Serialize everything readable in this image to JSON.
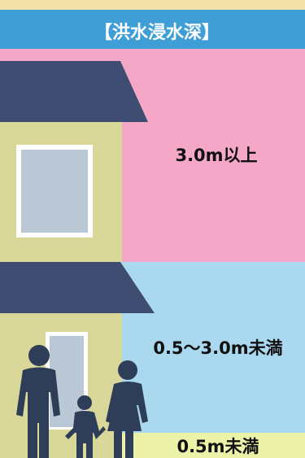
{
  "legend": {
    "title": "【洪水浸水深】",
    "levels": [
      {
        "label": "3.0m以上",
        "color": "#f5a7c8"
      },
      {
        "label": "0.5～3.0m未満",
        "color": "#a9d8ef"
      },
      {
        "label": "0.5m未満",
        "color": "#ecf3a8"
      }
    ]
  },
  "colors": {
    "header_bg": "#3f9ed6",
    "header_text": "#ffffff",
    "wall": "#d9d79a",
    "roof": "#3e4d71",
    "window": "#b9c8d4",
    "silhouette": "#2f3e58",
    "top_strip": "#f2e2a7"
  },
  "icons": [
    "house-icon",
    "family-silhouette-icon"
  ]
}
